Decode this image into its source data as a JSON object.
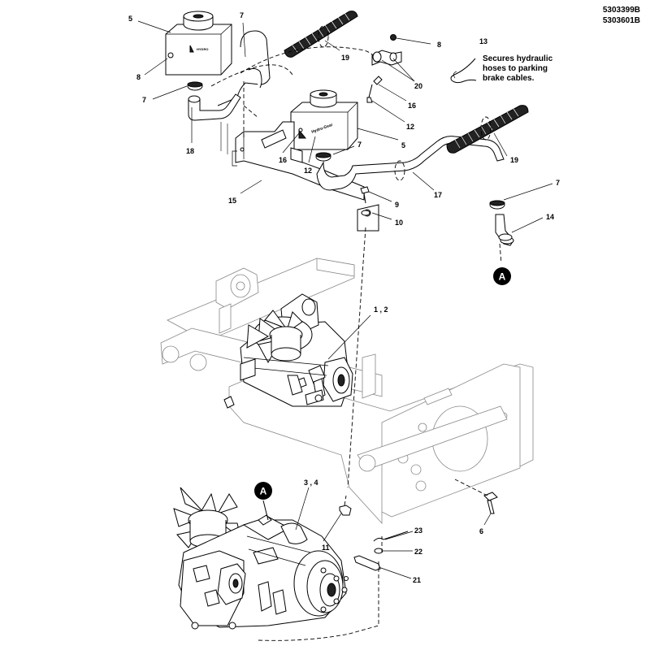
{
  "header": {
    "part_numbers": [
      "5303399B",
      "5303601B"
    ]
  },
  "note": {
    "lines": [
      "Secures hydraulic",
      "hoses to parking",
      "brake cables."
    ]
  },
  "reference_markers": [
    "A",
    "A"
  ],
  "callouts": [
    "5",
    "7",
    "8",
    "7",
    "18",
    "19",
    "8",
    "20",
    "13",
    "16",
    "12",
    "16",
    "12",
    "7",
    "5",
    "15",
    "9",
    "10",
    "17",
    "19",
    "7",
    "14",
    "1 , 2",
    "3 , 4",
    "11",
    "23",
    "22",
    "21",
    "6"
  ]
}
